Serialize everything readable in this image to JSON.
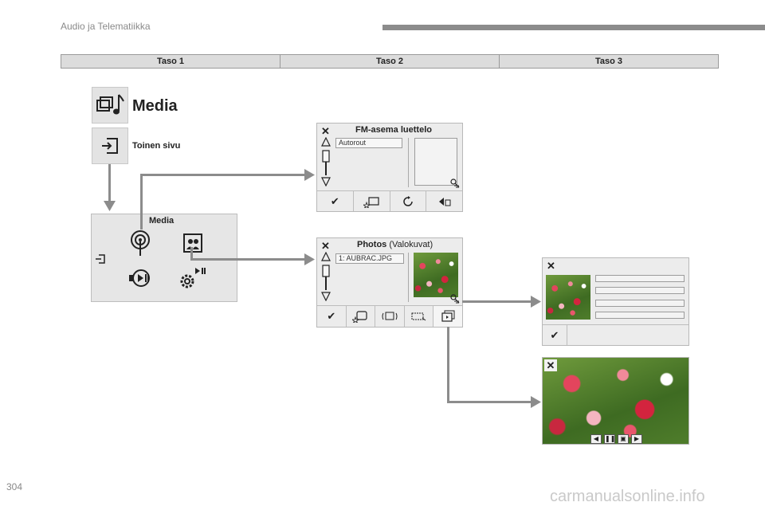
{
  "header": {
    "title": "Audio ja Telematiikka"
  },
  "levels": [
    "Taso 1",
    "Taso 2",
    "Taso 3"
  ],
  "media_tile": {
    "title": "Media"
  },
  "second_page": {
    "title": "Toinen sivu"
  },
  "media_panel": {
    "title": "Media"
  },
  "fm_screen": {
    "close": "✕",
    "title": "FM-asema luettelo",
    "field": "Autorout"
  },
  "photos_screen": {
    "close": "✕",
    "title_bold": "Photos",
    "title_rest": " (Valokuvat)",
    "field": "1: AUBRAC.JPG"
  },
  "detail_screen": {
    "close": "✕"
  },
  "fullscreen": {
    "close": "✕"
  },
  "footer": {
    "page_number": "304",
    "watermark": "carmanualsonline.info"
  },
  "icons": {
    "close": "close-icon",
    "check": "check-icon",
    "up": "arrow-up-icon",
    "down": "arrow-down-icon"
  }
}
